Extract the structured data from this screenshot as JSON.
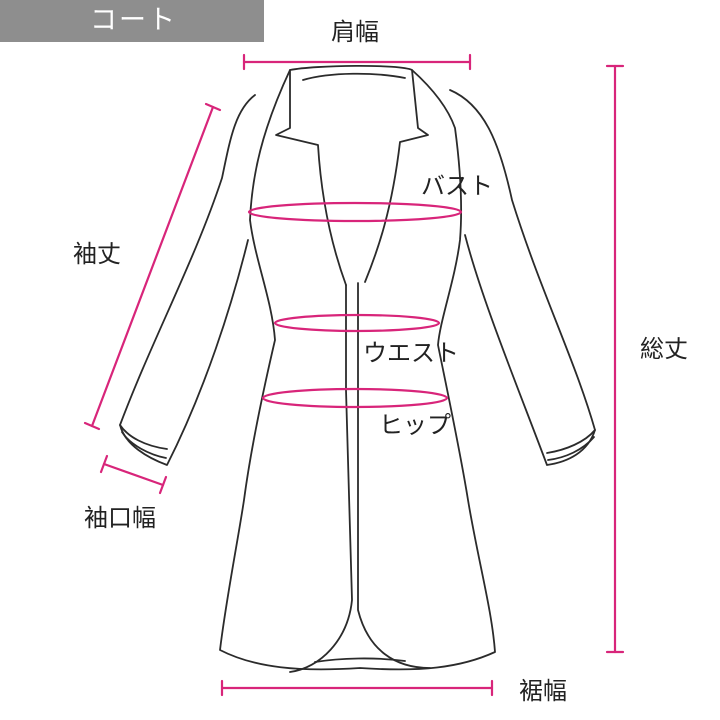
{
  "category_tag": "コート",
  "labels": {
    "shoulder_width": "肩幅",
    "sleeve_length": "袖丈",
    "bust": "バスト",
    "total_length": "総丈",
    "waist": "ウエスト",
    "hip": "ヒップ",
    "cuff_width": "袖口幅",
    "hem_width": "裾幅"
  },
  "colors": {
    "measure_line": "#d8257a",
    "outline": "#2b2b2b",
    "tag_background": "#8e8e8e",
    "tag_text": "#ffffff",
    "label_text": "#222222"
  }
}
